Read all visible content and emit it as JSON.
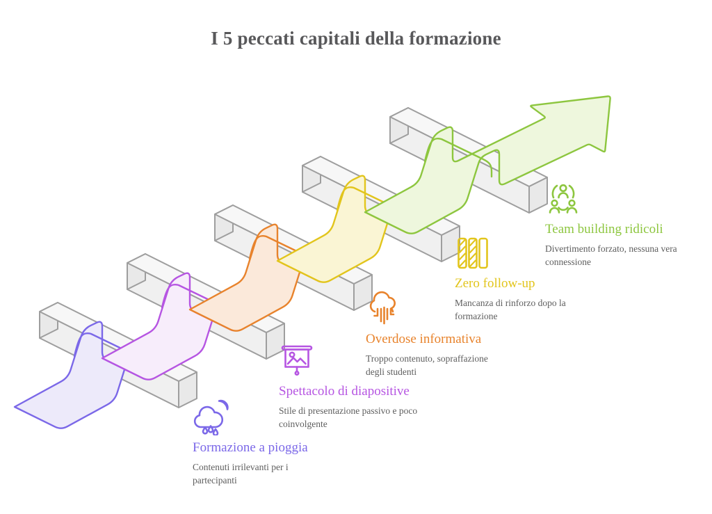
{
  "title": "I 5 peccati capitali della formazione",
  "colors": {
    "title_text": "#58585a",
    "description_text": "#5e5e5e",
    "block_top": "#f7f7f7",
    "block_front": "#f0f0f0",
    "block_end": "#e9e9e9",
    "block_stroke": "#9e9e9e"
  },
  "items": [
    {
      "title": "Formazione a pioggia",
      "description": "Contenuti irrilevanti per i partecipanti",
      "color": "#7b68e8",
      "fill": "#edeafa",
      "icon": "rain-cloud-moon-icon"
    },
    {
      "title": "Spettacolo di diapositive",
      "description": "Stile di presentazione passivo e poco coinvolgente",
      "color": "#b655e2",
      "fill": "#f7edfb",
      "icon": "presentation-screen-icon"
    },
    {
      "title": "Overdose informativa",
      "description": "Troppo contenuto, sopraffazione degli studenti",
      "color": "#e8832c",
      "fill": "#fbe9da",
      "icon": "data-cloud-icon"
    },
    {
      "title": "Zero follow-up",
      "description": "Mancanza di rinforzo dopo la formazione",
      "color": "#e2c51c",
      "fill": "#faf5d4",
      "icon": "progress-bars-icon"
    },
    {
      "title": "Team building ridicoli",
      "description": "Divertimento forzato, nessuna vera connessione",
      "color": "#8dc63f",
      "fill": "#eef7dd",
      "icon": "team-icon"
    }
  ]
}
